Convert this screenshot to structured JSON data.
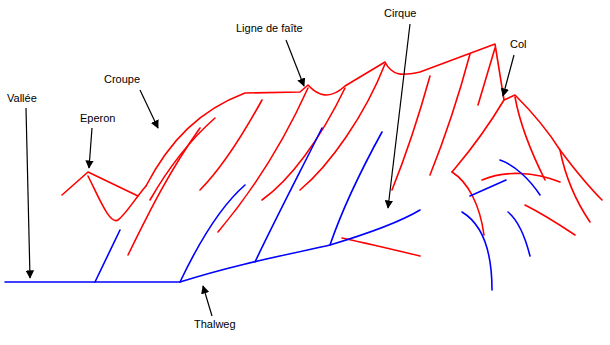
{
  "diagram": {
    "labels": [
      "Cirque",
      "Ligne de faîte",
      "Col",
      "Croupe",
      "Vallée",
      "Eperon",
      "Thalweg"
    ]
  }
}
